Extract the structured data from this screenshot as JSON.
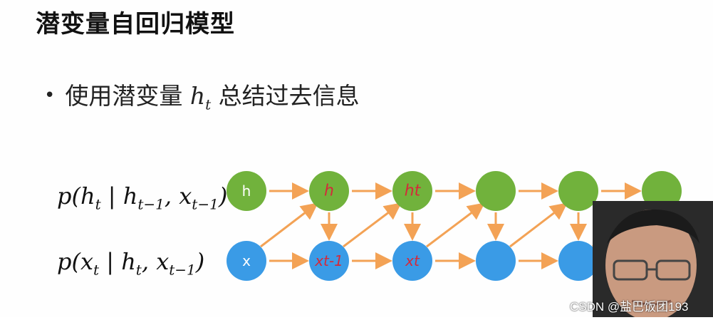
{
  "slide": {
    "title": "潜变量自回归模型",
    "bullet": {
      "text_before": "使用潜变量",
      "math_symbol": "h",
      "math_sub": "t",
      "text_after": "总结过去信息"
    },
    "formulas": {
      "hidden": {
        "p": "p(",
        "a": "h",
        "a_sub": "t",
        "bar": " | ",
        "b": "h",
        "b_sub": "t−1",
        "comma": ", ",
        "c": "x",
        "c_sub": "t−1",
        "end": ")"
      },
      "output": {
        "p": "p(",
        "a": "x",
        "a_sub": "t",
        "bar": " | ",
        "b": "h",
        "b_sub": "t",
        "comma": ", ",
        "c": "x",
        "c_sub": "t−1",
        "end": ")"
      }
    }
  },
  "diagram": {
    "top_node_labels": [
      "h",
      "h",
      "ht",
      "",
      "",
      ""
    ],
    "bottom_node_labels": [
      "x",
      "xt-1",
      "xt",
      "",
      "",
      ""
    ],
    "colors": {
      "top_node": "#71b23c",
      "bottom_node": "#3a9be6",
      "arrow": "#f3a255",
      "handwriting": "#d42a3a",
      "node_text": "#ffffff"
    }
  },
  "watermark": "CSDN @盐巴饭团193",
  "presenter": {
    "description_icon": "presenter-webcam"
  }
}
